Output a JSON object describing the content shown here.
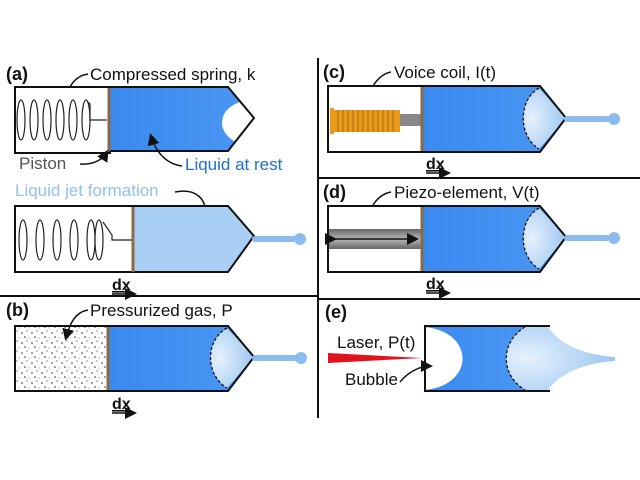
{
  "figure": {
    "colors": {
      "liquid_dark": "#3b8df0",
      "liquid_light": "#a9cff5",
      "jet": "#8cbbed",
      "piston": "#8a6a45",
      "coil": "#e89a1c",
      "laser": "#e0141c",
      "outline": "#111111"
    },
    "panels": {
      "a": {
        "label": "(a)",
        "spring_label": "Compressed spring, k",
        "piston_label": "Piston",
        "liquid_label": "Liquid at rest",
        "jet_label": "Liquid jet formation",
        "dx_label": "dx"
      },
      "b": {
        "label": "(b)",
        "gas_label": "Pressurized gas, P",
        "dx_label": "dx"
      },
      "c": {
        "label": "(c)",
        "coil_label": "Voice coil, I(t)",
        "dx_label": "dx"
      },
      "d": {
        "label": "(d)",
        "piezo_label": "Piezo-element, V(t)",
        "dx_label": "dx"
      },
      "e": {
        "label": "(e)",
        "laser_label": "Laser, P(t)",
        "bubble_label": "Bubble"
      }
    }
  }
}
